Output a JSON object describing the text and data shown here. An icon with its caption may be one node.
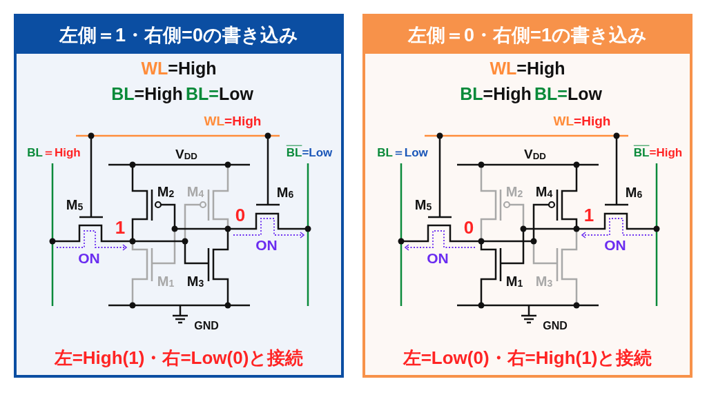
{
  "diagram": {
    "nodes": [
      {
        "text": [
          "左側＝1・右側=0の書き込み",
          "左=High(1)・右=Low(0)と接続"
        ]
      },
      {
        "text": [
          "左側＝0・右側=1の書き込み",
          "左=Low(0)・右=High(1)と接続"
        ]
      }
    ],
    "labels": [
      "WL=High",
      "BL=High",
      "BL=Low",
      "WL=High",
      "BL＝High",
      "V$_{DD}$",
      "BL=Low",
      "M$_{2}$",
      "M$_{4}$",
      "M$_{6}$",
      "M$_{5}$",
      "0",
      "1",
      "ON",
      "ON",
      "M$_{1}$",
      "M$_{3}$",
      "GND",
      "WL=High",
      "BL=High",
      "BL=Low",
      "WL=High",
      "BL＝Low",
      "V$_{DD}$",
      "BL=High",
      "M$_{2}$",
      "M$_{4}$",
      "M$_{6}$",
      "M$_{5}$",
      "1",
      "0",
      "ON",
      "ON",
      "M$_{1}$",
      "M$_{3}$",
      "GND"
    ]
  }
}
